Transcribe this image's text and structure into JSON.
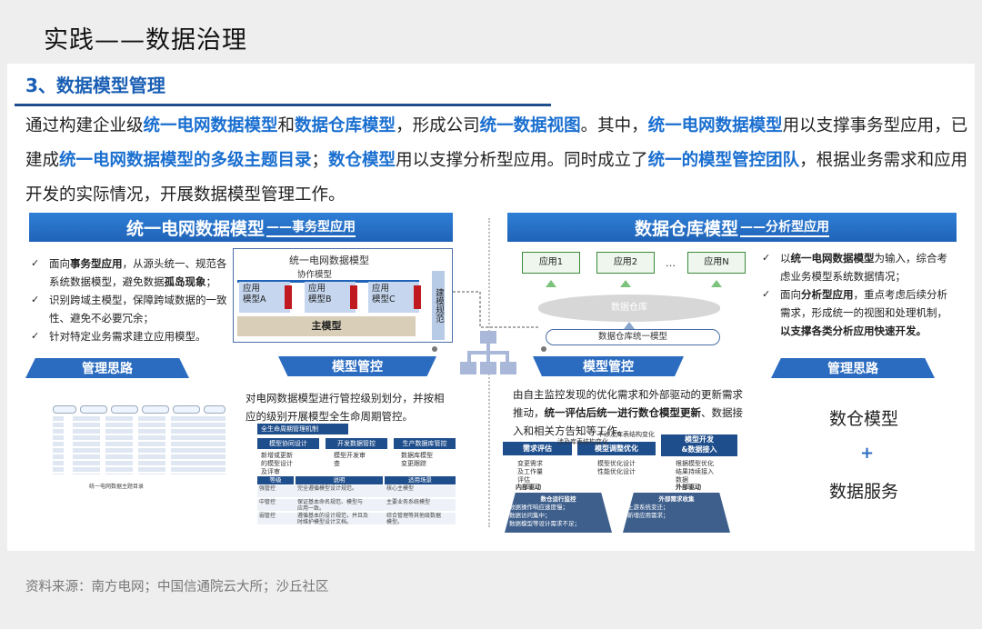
{
  "page": {
    "title": "实践——数据治理",
    "section_title": "3、数据模型管理",
    "source": "资料来源：南方电网；中国信通院云大所；沙丘社区"
  },
  "intro": [
    {
      "t": "通过构建企业级",
      "hl": false
    },
    {
      "t": "统一电网数据模型",
      "hl": true
    },
    {
      "t": "和",
      "hl": false
    },
    {
      "t": "数据仓库模型",
      "hl": true
    },
    {
      "t": "，形成公司",
      "hl": false
    },
    {
      "t": "统一数据视图",
      "hl": true
    },
    {
      "t": "。其中，",
      "hl": false
    },
    {
      "t": "统一电网数据模型",
      "hl": true
    },
    {
      "t": "用以支撑事务型应用，已建成",
      "hl": false
    },
    {
      "t": "统一电网数据模型的多级主题目录",
      "hl": true
    },
    {
      "t": "；",
      "hl": false
    },
    {
      "t": "数仓模型",
      "hl": true
    },
    {
      "t": "用以支撑分析型应用。同时成立了",
      "hl": false
    },
    {
      "t": "统一的模型管控团队",
      "hl": true
    },
    {
      "t": "，根据业务需求和应用开发的实际情况，开展数据模型管理工作。",
      "hl": false
    }
  ],
  "left": {
    "banner_main": "统一电网数据模型",
    "banner_sub": "——事务型应用",
    "bullets": [
      [
        {
          "t": "面向",
          "b": false
        },
        {
          "t": "事务型应用",
          "b": true
        },
        {
          "t": "，从源头统一、规范各系统数据模型，避免数据",
          "b": false
        },
        {
          "t": "孤岛现象",
          "b": true
        },
        {
          "t": "；",
          "b": false
        }
      ],
      [
        {
          "t": "识别跨域主模型，保障跨域数据的一致性、避免不必要冗余；",
          "b": false
        }
      ],
      [
        {
          "t": "针对特定业务需求建立应用模型。",
          "b": false
        }
      ]
    ],
    "diagram": {
      "title": "统一电网数据模型",
      "sub": "协作模型",
      "apps": [
        "应用\n模型A",
        "应用\n模型B",
        "应用\n模型C"
      ],
      "base": "主模型",
      "side": "建模规范"
    },
    "ribbon_left": "管理思路",
    "ribbon_right": "模型管控",
    "mgmt_text": "对电网数据模型进行管控级别划分，并按相应的级别开展模型全生命周期管控。",
    "mini_caption": "统一电网数据主题目录",
    "lifecycle": {
      "head": "全生命周期管理机制",
      "tabs": [
        "模型协同设计",
        "开发数据管控",
        "生产数据库管控"
      ],
      "items": [
        "新增或更新\n的模型设计\n及评审",
        "模型开发审\n查",
        "数据库模型\n变更跟踪"
      ],
      "table_head": [
        "等级",
        "说明",
        "适用场景"
      ],
      "table_rows": [
        [
          "强管控",
          "完全遵循模型设计规范。",
          "核心主模型"
        ],
        [
          "中管控",
          "保证基本命名规范、模型与\n应用一致。",
          "主要业务系统模型"
        ],
        [
          "弱管控",
          "遵循基本的设计规范，并且及\n时维护模型设计文档。",
          "综合管理等其他级数据\n模型。"
        ]
      ]
    }
  },
  "right": {
    "banner_main": "数据仓库模型",
    "banner_sub": "——分析型应用",
    "apps": [
      "应用1",
      "应用2",
      "应用N"
    ],
    "ellipsis": "…",
    "dw": "数据仓库",
    "dw_model": "数据仓库统一模型",
    "bullets": [
      [
        {
          "t": "以",
          "b": false
        },
        {
          "t": "统一电网数据模型",
          "b": true
        },
        {
          "t": "为输入，综合考虑业务模型系统数据情况；",
          "b": false
        }
      ],
      [
        {
          "t": "面向",
          "b": false
        },
        {
          "t": "分析型应用",
          "b": true
        },
        {
          "t": "，重点考虑后续分析需求，形成统一的视图和处理机制，",
          "b": false
        },
        {
          "t": "以支撑各类分析应用快速开发。",
          "b": true
        }
      ]
    ],
    "ribbon_left": "模型管控",
    "ribbon_right": "管理思路",
    "ctrl_text_pre": "由自主监控发现的优化需求和外部驱动的更新需求推动，",
    "ctrl_text_bold": "统一评估后统一进行数仓模型更新",
    "ctrl_text_post": "、数据接入和相关方告知等工作。",
    "flow": {
      "boxes": [
        "需求评估",
        "模型调整优化",
        "模型开发\n&数据接入"
      ],
      "top_note": "不涉及库表结构变化",
      "top_note2": "涉及库表结构变化",
      "items": [
        "变更需求\n及工作量\n评估",
        "模型优化设计\n性能优化设计",
        "根据模型优化\n结果持续接入\n数据"
      ],
      "drive_in": "内部驱动",
      "drive_out": "外部驱动",
      "card1_title": "数仓运行监控",
      "card1_text": "数据操作响应速度慢；\n数据访问集中；\n数据模型等设计需求不足；",
      "card2_title": "外部需求收集",
      "card2_text": "上游系统变迁；\n新增应用需求；"
    },
    "side_top": "数仓模型",
    "side_plus": "+",
    "side_bottom": "数据服务"
  },
  "colors": {
    "brand_blue": "#1f63b8",
    "highlight": "#1a6fd0",
    "red_bar": "#c0191f"
  }
}
